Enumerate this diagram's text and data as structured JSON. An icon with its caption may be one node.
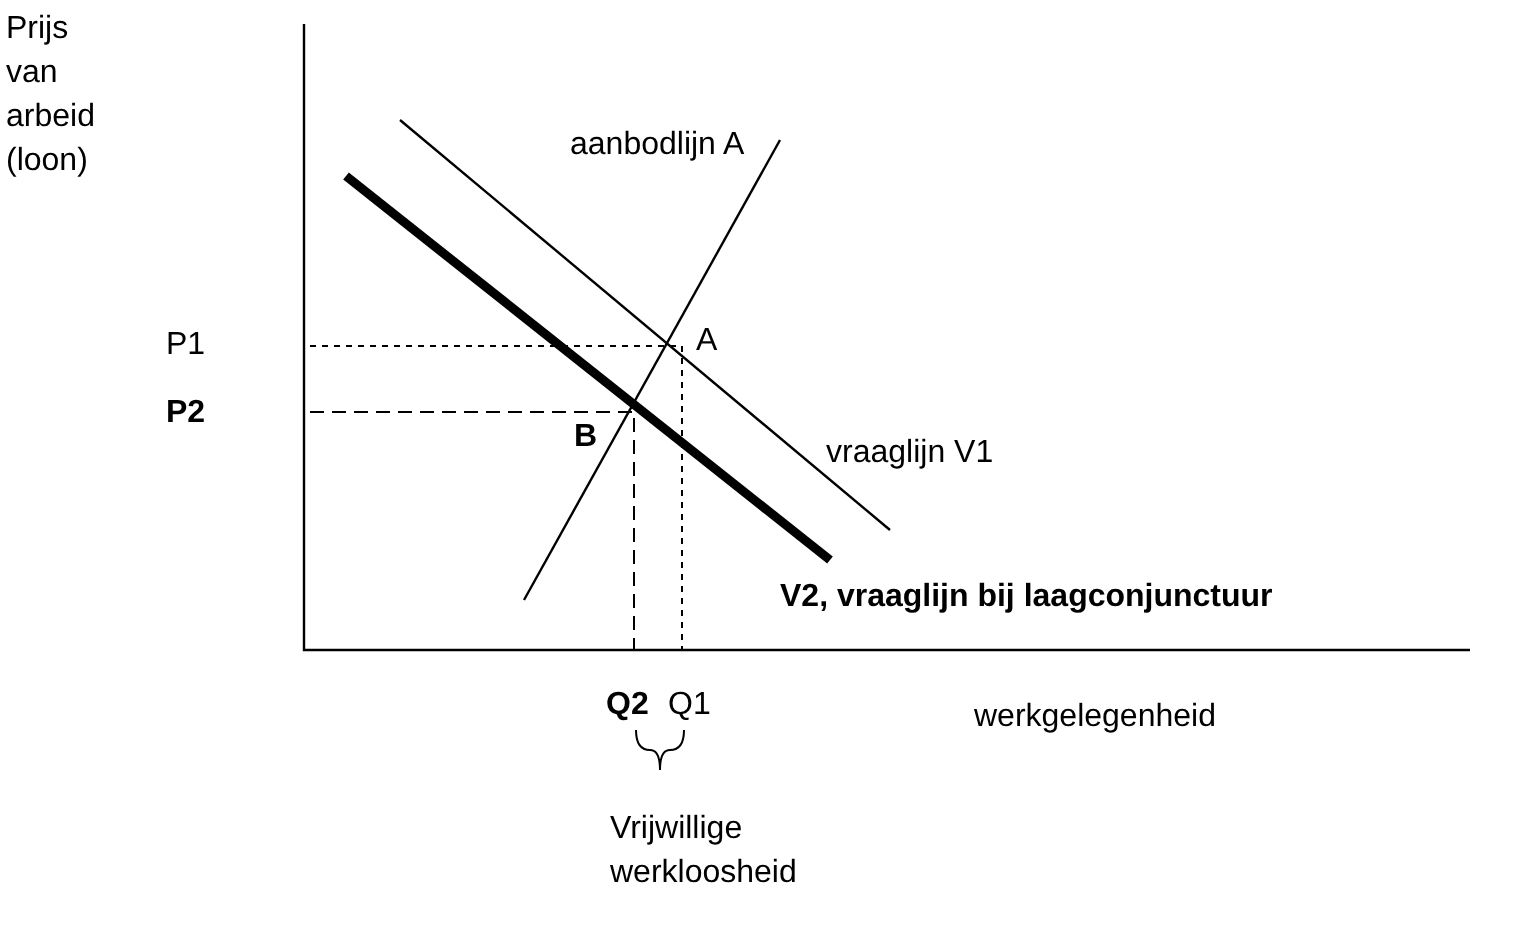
{
  "diagram": {
    "labels": [
      "Prijs van arbeid (loon)",
      "aanbodlijn A",
      "P1",
      "A",
      "P2",
      "B",
      "vraaglijn V1",
      "V2, vraaglijn bij laagconjunctuur",
      "Q2",
      "Q1",
      "werkgelegenheid",
      "Vrijwillige werkloosheid"
    ]
  }
}
